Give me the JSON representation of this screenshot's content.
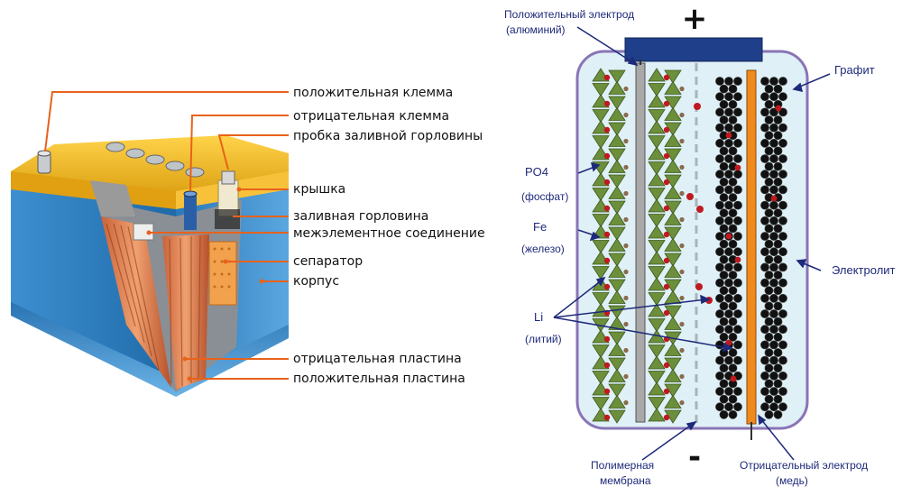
{
  "lead_acid": {
    "labels": [
      "положительная клемма",
      "отрицательная клемма",
      "пробка заливной горловины",
      "крышка",
      "заливная горловина",
      "межэлементное соединение",
      "сепаратор",
      "корпус",
      "отрицательная пластина",
      "положительная пластина"
    ]
  },
  "lithium": {
    "plus_sign": "+",
    "minus_sign": "-",
    "positive_electrode": [
      "Положительный электрод",
      "(алюминий)"
    ],
    "graphite": "Графит",
    "po4": [
      "PO4",
      "(фосфат)"
    ],
    "fe": [
      "Fe",
      "(железо)"
    ],
    "electrolyte": "Электролит",
    "li": [
      "Li",
      "(литий)"
    ],
    "membrane": [
      "Полимерная",
      "мембрана"
    ],
    "negative_electrode": [
      "Отрицательный электрод",
      "(медь)"
    ]
  },
  "colors": {
    "leader_orange": "#e8621a",
    "label_blue": "#1e2a7a",
    "case_blue": "#2f7fc1",
    "lid_yellow": "#f2b81c",
    "cathode_green": "#6b8f3a",
    "anode_orange": "#f08a1c",
    "electrolyte_bg": "#dff0f7"
  }
}
